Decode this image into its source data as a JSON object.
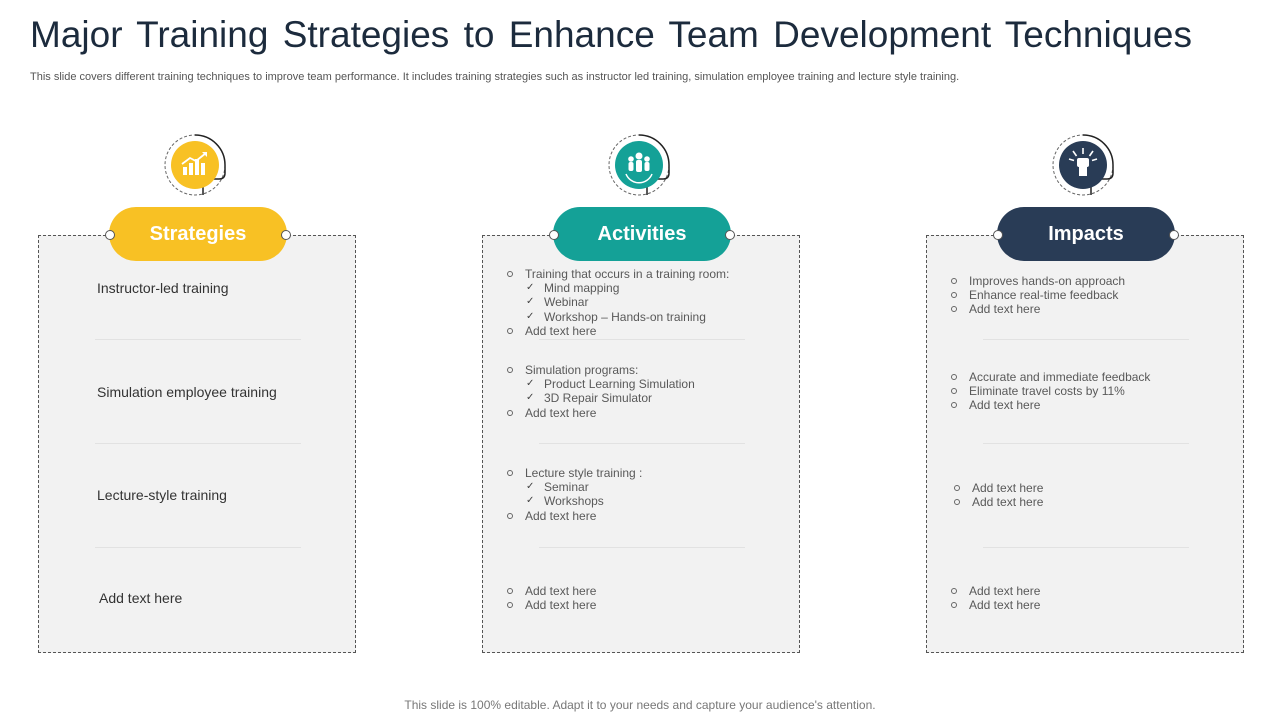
{
  "title": "Major Training Strategies to Enhance Team Development Techniques",
  "subtitle": "This slide covers different training techniques to improve team performance. It includes training strategies such as instructor led training, simulation employee training and lecture style training.",
  "footer": "This slide is 100% editable. Adapt it to your needs and capture your audience's attention.",
  "colors": {
    "strategies": "#f8c124",
    "activities": "#14a197",
    "impacts": "#293c56"
  },
  "strategies": {
    "label": "Strategies",
    "icon": "bar-chart-growth-icon",
    "items": [
      "Instructor-led training",
      "Simulation employee training",
      "Lecture-style training",
      "Add text here"
    ]
  },
  "activities": {
    "label": "Activities",
    "icon": "team-group-icon",
    "g1": {
      "head": "Training that occurs in a training room:",
      "checks": [
        "Mind mapping",
        "Webinar",
        "Workshop – Hands-on training"
      ],
      "tail": "Add text here"
    },
    "g2": {
      "head": "Simulation programs:",
      "checks": [
        "Product Learning Simulation",
        "3D Repair Simulator"
      ],
      "tail": "Add text here"
    },
    "g3": {
      "head": "Lecture style training :",
      "checks": [
        "Seminar",
        "Workshops"
      ],
      "tail": "Add text here"
    },
    "g4": [
      "Add text here",
      "Add text here"
    ]
  },
  "impacts": {
    "label": "Impacts",
    "icon": "fist-power-icon",
    "g1": [
      "Improves hands-on approach",
      "Enhance real-time feedback",
      "Add text here"
    ],
    "g2": [
      "Accurate and immediate feedback",
      "Eliminate travel costs by 11%",
      "Add text here"
    ],
    "g3": [
      "Add text here",
      "Add text here"
    ],
    "g4": [
      "Add text here",
      "Add text here"
    ]
  }
}
